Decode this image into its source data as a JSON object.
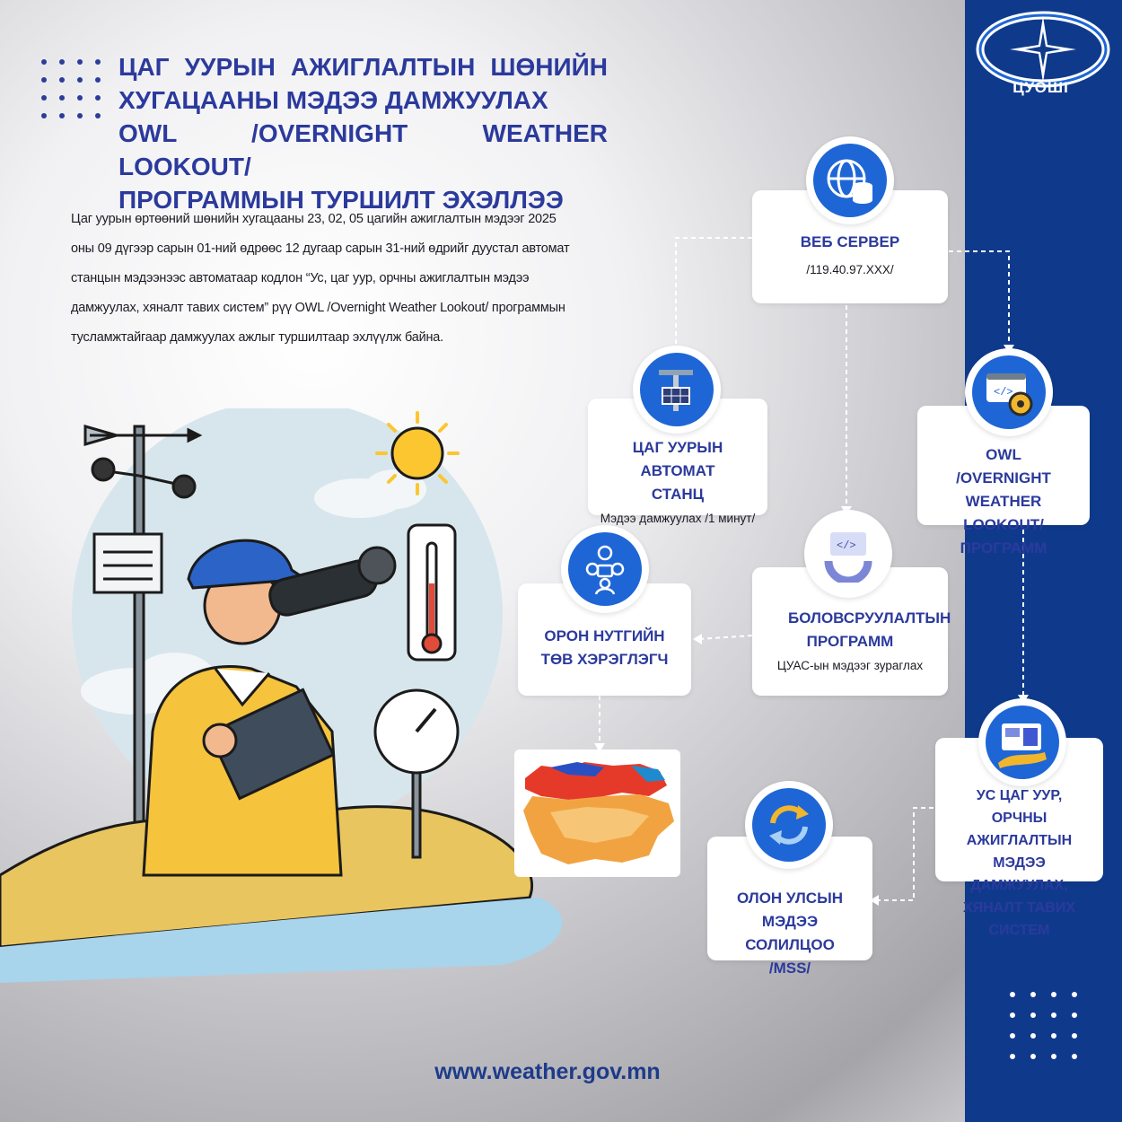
{
  "title": {
    "line1": "ЦАГ УУРЫН АЖИГЛАЛТЫН ШӨНИЙН",
    "line2": "ХУГАЦААНЫ МЭДЭЭ ДАМЖУУЛАХ",
    "line3": "OWL /Overnight Weather Lookout/",
    "line4": "ПРОГРАММЫН ТУРШИЛТ ЭХЭЛЛЭЭ"
  },
  "intro": "Цаг уурын өртөөний шөнийн хугацааны 23, 02, 05 цагийн ажиглалтын мэдээг 2025 оны 09 дүгээр сарын 01-ний өдрөөс 12 дугаар сарын 31-ний өдрийг дуустал автомат станцын мэдээнээс автоматаар кодлон “Ус, цаг уур, орчны ажиглалтын мэдээ дамжуулах, хяналт тавих систем” рүү OWL /Overnight Weather Lookout/ программын тусламжтайгаар дамжуулах ажлыг туршилтаар эхлүүлж байна.",
  "logo": {
    "text": "ЦУОШГ"
  },
  "nodes": {
    "web_server": {
      "title": "ВЕБ СЕРВЕР",
      "sub": "/119.40.97.XXX/",
      "icon": "globe-database-icon"
    },
    "auto_station": {
      "title": "ЦАГ УУРЫН АВТОМАТ СТАНЦ",
      "sub": "Мэдээ дамжуулах /1 минут/",
      "icon": "weather-station-icon"
    },
    "owl": {
      "title": "OWL /OVERNIGHT WEATHER LOOKOUT/ ПРОГРАММ",
      "icon": "code-gear-icon"
    },
    "processing": {
      "title": "БОЛОВСРУУЛАЛТЫН ПРОГРАММ",
      "sub": "ЦУАС-ын мэдээг зураглах",
      "icon": "code-cog-icon"
    },
    "local_user": {
      "title": "ОРОН НУТГИЙН ТӨВ ХЭРЭГЛЭГЧ",
      "icon": "users-icon"
    },
    "monitoring": {
      "title": "УС ЦАГ УУР, ОРЧНЫ АЖИГЛАЛТЫН МЭДЭЭ ДАМЖУУЛАХ, ХЯНАЛТ ТАВИХ СИСТЕМ",
      "icon": "monitoring-dashboard-icon"
    },
    "mss": {
      "title": "ОЛОН УЛСЫН МЭДЭЭ СОЛИЛЦОО /MSS/",
      "icon": "exchange-arrows-icon"
    }
  },
  "colors": {
    "accent": "#2b3a9c",
    "strip": "#0f3a8c",
    "icon_blue": "#1e66d6"
  },
  "footer": {
    "url": "www.weather.gov.mn"
  }
}
